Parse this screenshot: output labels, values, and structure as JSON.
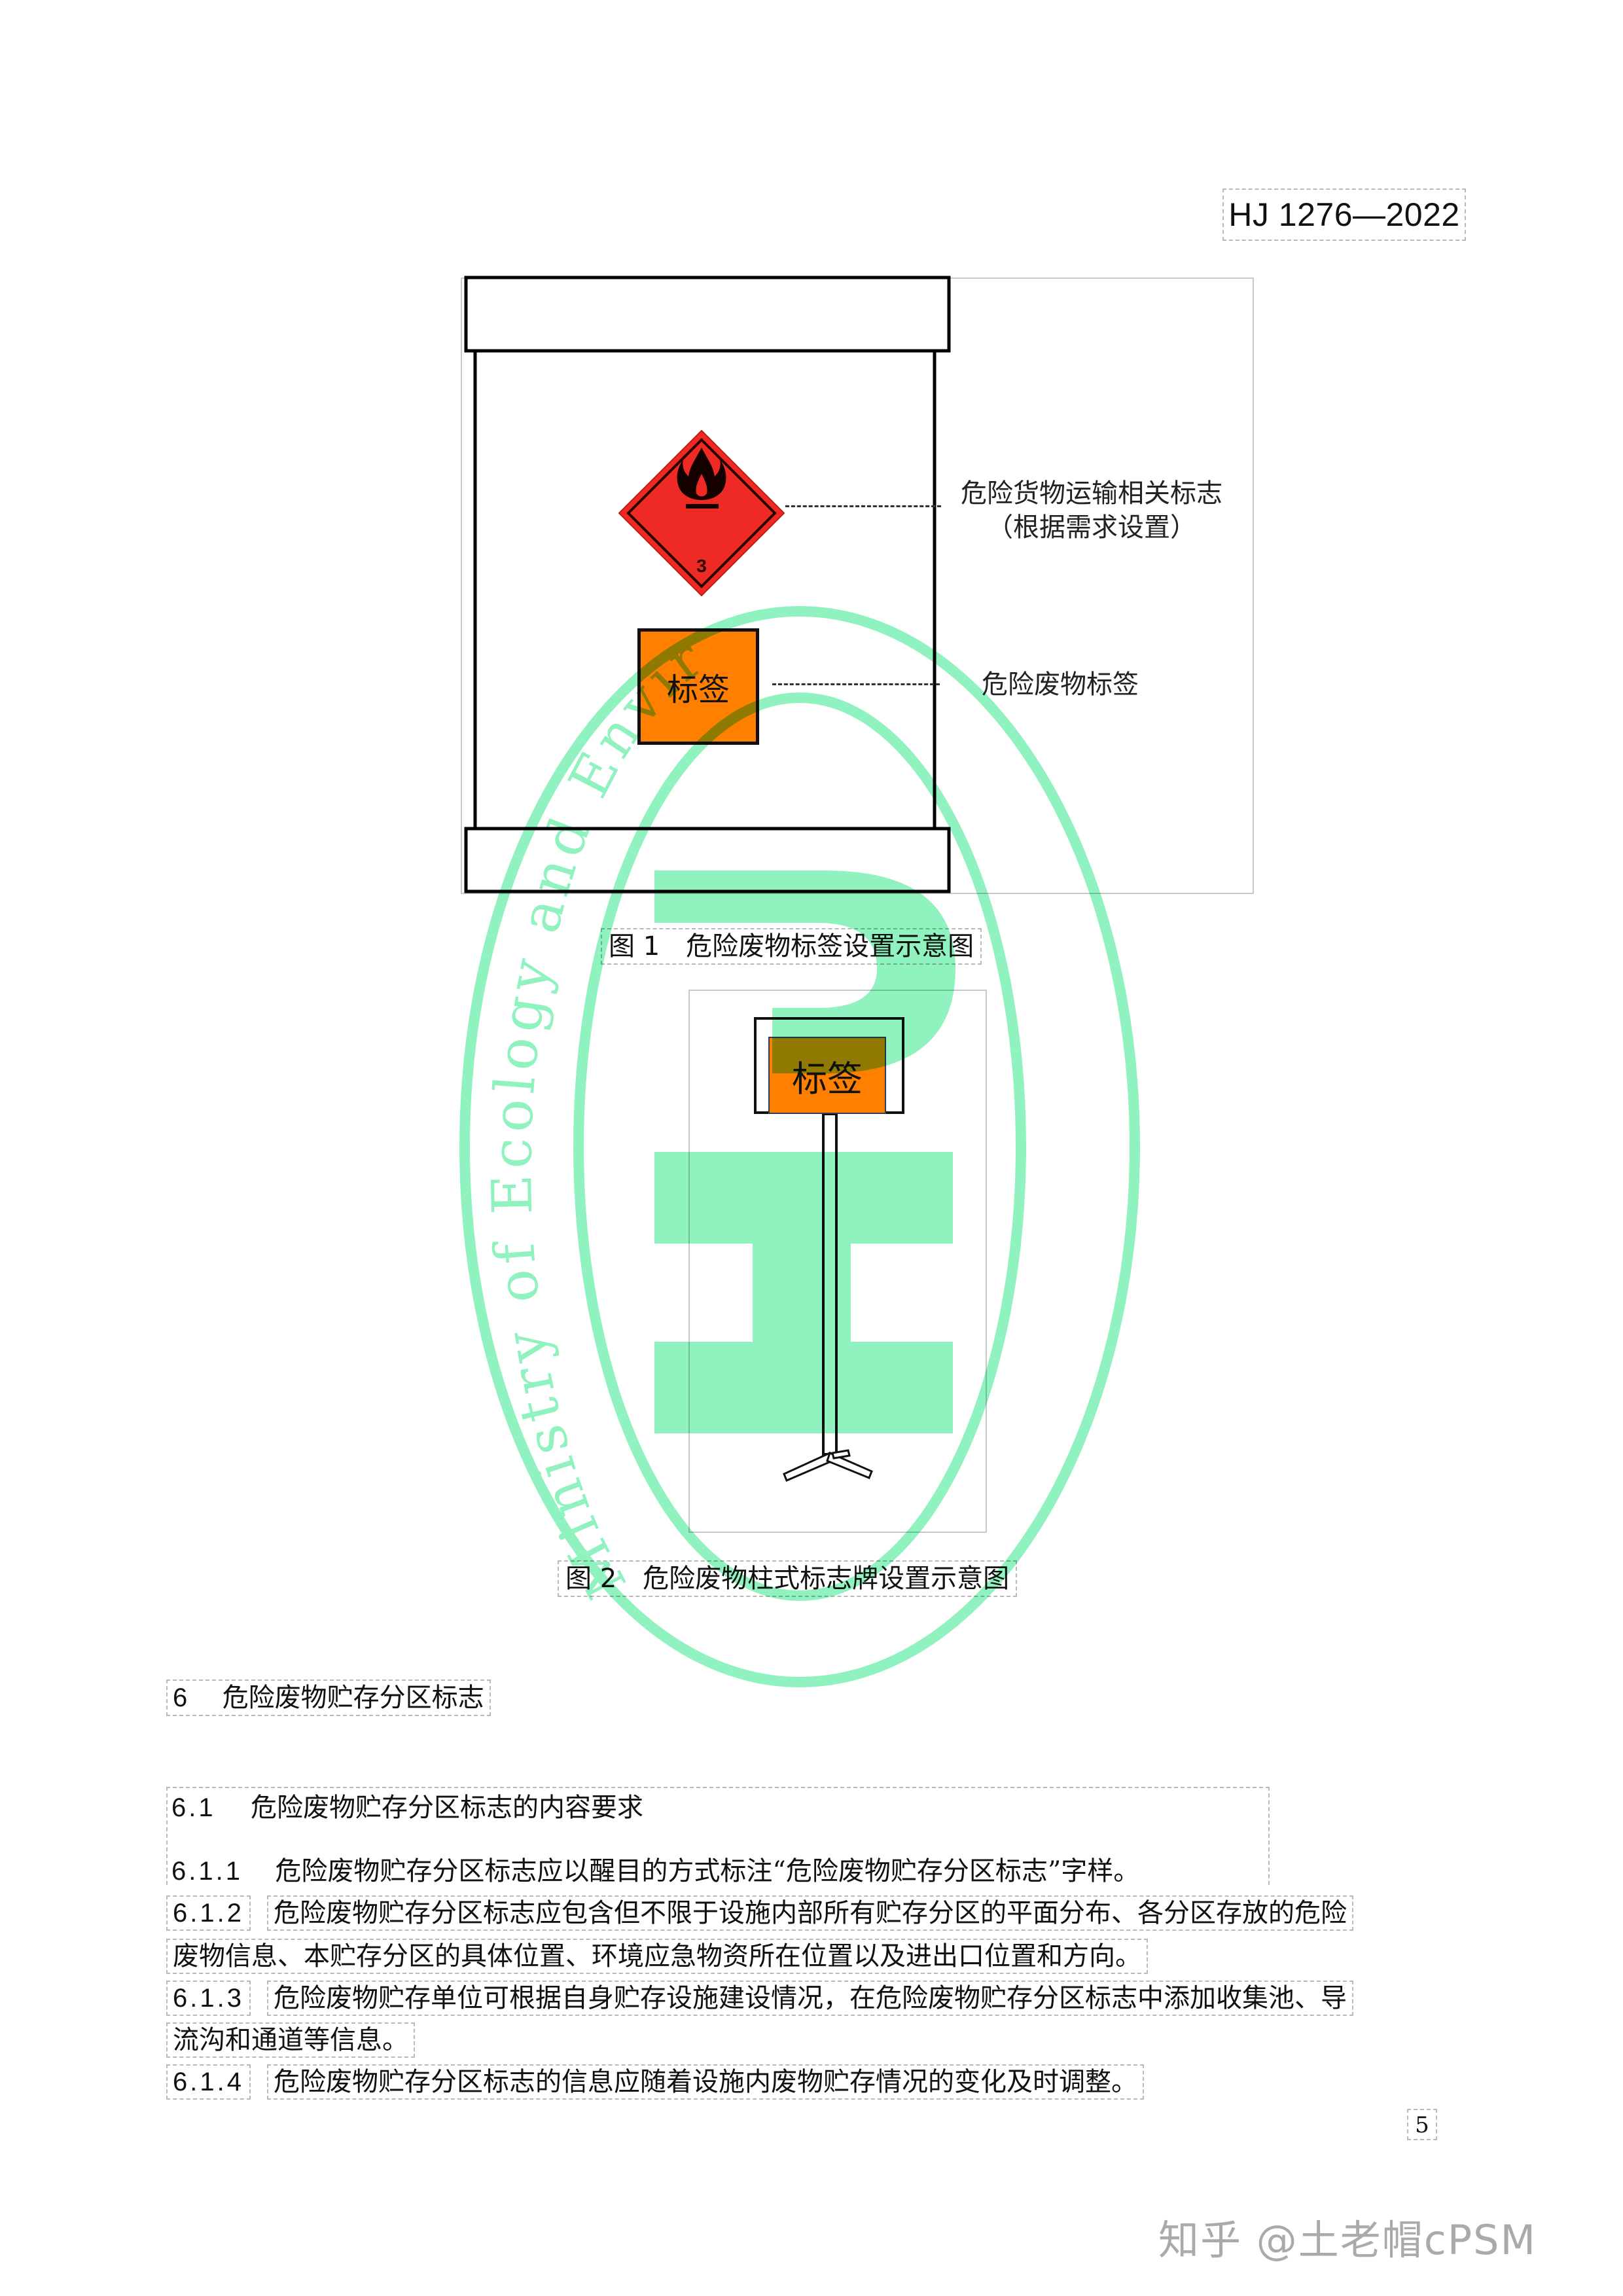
{
  "header": {
    "standard_number": "HJ 1276—2022"
  },
  "figure1": {
    "caption": "图 1　危险废物标签设置示意图",
    "hazmat_sign": {
      "class_number": "3",
      "icon": "flame-icon",
      "color": "#ee2a24"
    },
    "label_box": {
      "text": "标签",
      "color": "#ff8000"
    },
    "callouts": [
      {
        "line1": "危险货物运输相关标志",
        "line2": "（根据需求设置）"
      },
      {
        "line1": "危险废物标签"
      }
    ]
  },
  "figure2": {
    "caption": "图 2　危险废物柱式标志牌设置示意图",
    "label_box": {
      "text": "标签",
      "color": "#ff8000"
    }
  },
  "section": {
    "number": "6",
    "title": "危险废物贮存分区标志",
    "subsection": {
      "number": "6.1",
      "title": "危险废物贮存分区标志的内容要求",
      "clauses": [
        {
          "number": "6.1.1",
          "lines": [
            "危险废物贮存分区标志应以醒目的方式标注“危险废物贮存分区标志”字样。"
          ]
        },
        {
          "number": "6.1.2",
          "lines": [
            "危险废物贮存分区标志应包含但不限于设施内部所有贮存分区的平面分布、各分区存放的危险",
            "废物信息、本贮存分区的具体位置、环境应急物资所在位置以及进出口位置和方向。"
          ]
        },
        {
          "number": "6.1.3",
          "lines": [
            "危险废物贮存单位可根据自身贮存设施建设情况，在危险废物贮存分区标志中添加收集池、导",
            "流沟和通道等信息。"
          ]
        },
        {
          "number": "6.1.4",
          "lines": [
            "危险废物贮存分区标志的信息应随着设施内废物贮存情况的变化及时调整。"
          ]
        }
      ]
    }
  },
  "footer": {
    "page_number": "5"
  },
  "watermarks": {
    "ministry_text": "Ministry of Ecology and Environment",
    "emblem_color": "#8ef2bd",
    "attribution": "知乎 @土老帽cPSM"
  }
}
